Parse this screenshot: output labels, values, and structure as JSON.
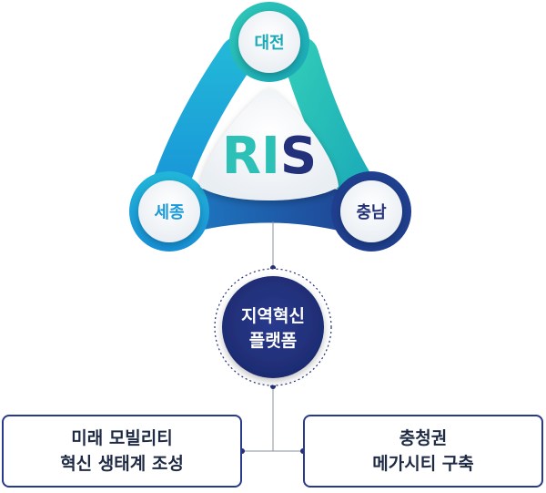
{
  "diagram": {
    "center_label": {
      "part1": "RI",
      "part2": "S"
    },
    "nodes": {
      "top": "대전",
      "left": "세종",
      "right": "충남"
    },
    "hub": {
      "line1": "지역혁신",
      "line2": "플랫폼"
    },
    "outcomes": {
      "left": {
        "line1": "미래 모빌리티",
        "line2": "혁신 생태계 조성"
      },
      "right": {
        "line1": "충청권",
        "line2": "메가시티 구축"
      }
    },
    "colors": {
      "teal": "#2cc0b6",
      "sky": "#1aa3dd",
      "navy": "#1f3f8f",
      "dark_navy": "#23307a",
      "text_dark": "#1f2a44"
    }
  }
}
